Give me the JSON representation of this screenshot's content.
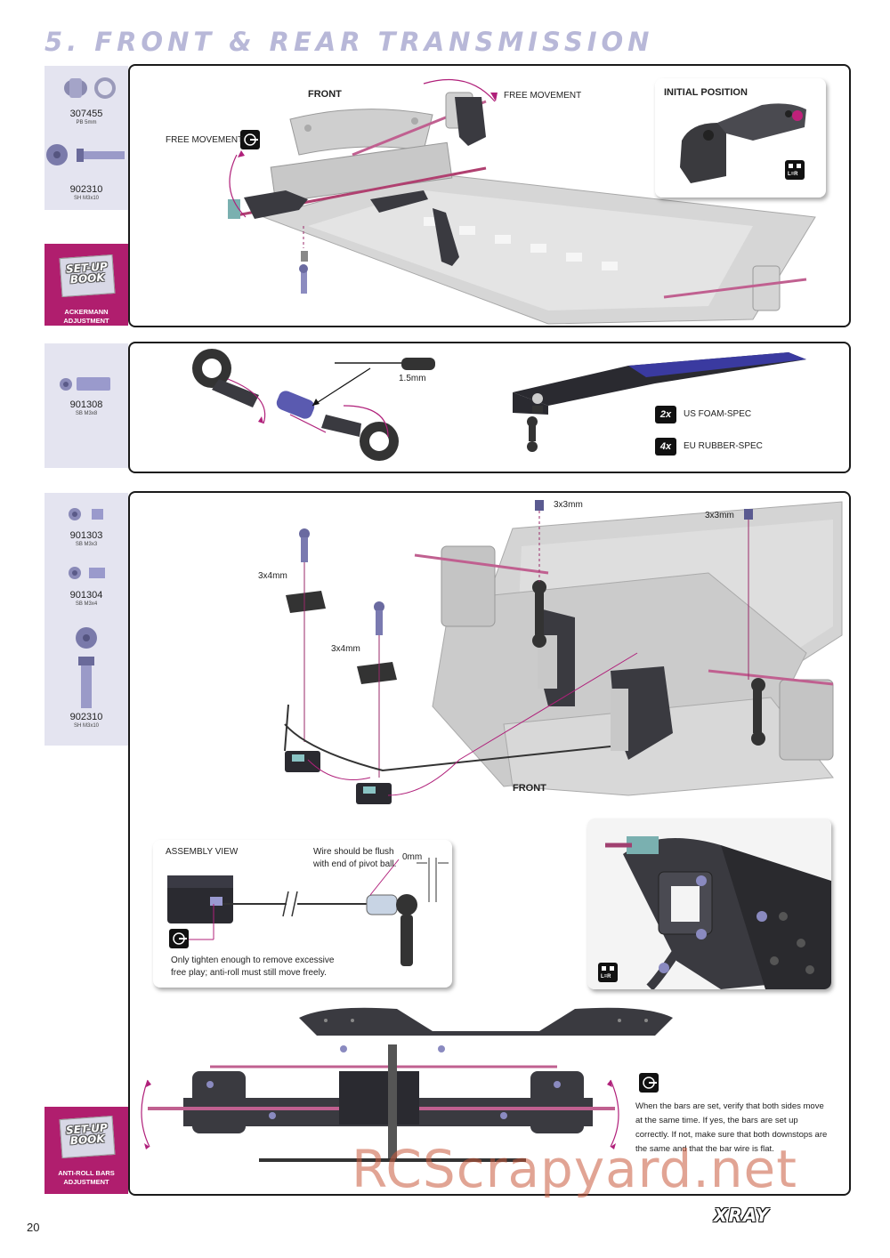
{
  "header": {
    "title": "5. FRONT & REAR TRANSMISSION"
  },
  "parts": {
    "panel1": [
      {
        "number": "307455",
        "spec": "PB 5mm"
      },
      {
        "number": "902310",
        "spec": "SH M3x10"
      }
    ],
    "panel2": [
      {
        "number": "901308",
        "spec": "SB M3x8"
      }
    ],
    "panel3": [
      {
        "number": "901303",
        "spec": "SB M3x3"
      },
      {
        "number": "901304",
        "spec": "SB M3x4"
      },
      {
        "number": "902310",
        "spec": "SH M3x10"
      }
    ]
  },
  "setup_book": {
    "line1": "SET-UP",
    "line2": "BOOK",
    "label1": "ACKERMANN ADJUSTMENT",
    "label2a": "ANTI-ROLL BARS",
    "label2b": "ADJUSTMENT"
  },
  "panel1": {
    "front_label": "FRONT",
    "free_movement_left": "FREE MOVEMENT",
    "free_movement_right": "FREE MOVEMENT",
    "initial_position": "INITIAL POSITION",
    "lr_badge": "L=R"
  },
  "panel2": {
    "tool_size": "1.5mm",
    "spec1_count": "2x",
    "spec1_label": "US FOAM-SPEC",
    "spec2_count": "4x",
    "spec2_label": "EU RUBBER-SPEC"
  },
  "panel3": {
    "screw1": "3x3mm",
    "screw2": "3x3mm",
    "screw3": "3x4mm",
    "screw4": "3x4mm",
    "front_label": "FRONT",
    "lr_badge": "L=R",
    "assembly": {
      "title": "ASSEMBLY VIEW",
      "wire_note1": "Wire should be flush",
      "wire_note2": "with end of pivot ball.",
      "gap": "0mm",
      "tighten1": "Only tighten enough to remove excessive",
      "tighten2": "free play; anti-roll must still move freely."
    },
    "verify": [
      "When the bars are set, verify that both sides move",
      "at the same time. If yes, the bars are set up",
      "correctly. If not, make sure that both downstops are",
      "the same and that the bar wire is flat."
    ]
  },
  "footer": {
    "page": "20",
    "brand": "XRAY",
    "watermark": "RCScrapyard.net"
  }
}
